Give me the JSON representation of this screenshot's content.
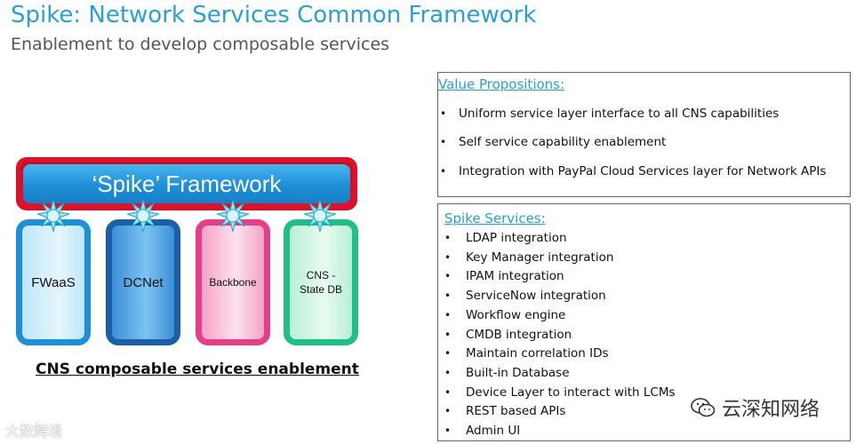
{
  "title": "Spike: Network Services Common Framework",
  "subtitle": "Enablement to develop composable services",
  "diagram": {
    "framework_label": "‘Spike’ Framework",
    "services": [
      "FWaaS",
      "DCNet",
      "Backbone",
      "CNS -\nState DB"
    ],
    "caption": "CNS composable services enablement"
  },
  "value_propositions": {
    "heading": "Value Propositions:",
    "items": [
      "Uniform service layer interface to all CNS capabilities",
      "Self service capability enablement",
      "Integration with PayPal Cloud Services layer for Network APIs"
    ]
  },
  "spike_services": {
    "heading": "Spike Services:",
    "items": [
      "LDAP integration",
      "Key Manager integration",
      "IPAM integration",
      "ServiceNow integration",
      "Workflow engine",
      "CMDB integration",
      "Maintain correlation IDs",
      "Built-in Database",
      "Device Layer to interact with LCMs",
      "REST based APIs",
      "Admin UI"
    ]
  },
  "watermarks": {
    "left": "大数跨境",
    "right": "云深知网络"
  },
  "colors": {
    "title": "#2a9fd6",
    "framework_border": "#e0102a",
    "framework_fill": "#1e8fd8",
    "fwaas": "#1d8fd6",
    "dcnet": "#1a5fa8",
    "backbone": "#e63f8a",
    "cns": "#1fbf86"
  },
  "icons": [
    "burst-connector-icon",
    "wechat-icon"
  ]
}
